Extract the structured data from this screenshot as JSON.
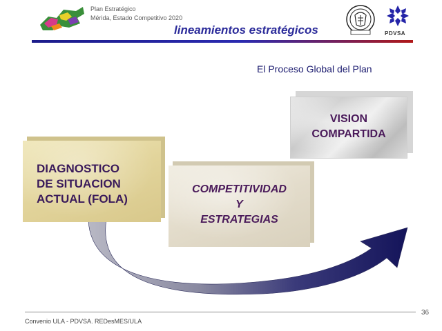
{
  "header": {
    "line1": "Plan Estratégico",
    "line2": "Mérida, Estado Competitivo 2020",
    "slide_title": "lineamientos estratégicos",
    "pdvsa_label": "PDVSA"
  },
  "subtitle": "El Proceso Global del Plan",
  "boxes": {
    "vision": [
      "VISION",
      "COMPARTIDA"
    ],
    "diagnostico": [
      "DIAGNOSTICO",
      "DE SITUACION",
      "ACTUAL (FOLA)"
    ],
    "competitividad": [
      "COMPETITIVIDAD",
      "Y",
      "ESTRATEGIAS"
    ]
  },
  "footer": {
    "page_number": "36",
    "text": "Convenio ULA - PDVSA.  REDesMES/ULA"
  },
  "colors": {
    "title": "#2b2b9a",
    "box_text": "#4a1a5a",
    "arrow_dark": "#1a1a66",
    "arrow_light": "#c8c8d4"
  }
}
